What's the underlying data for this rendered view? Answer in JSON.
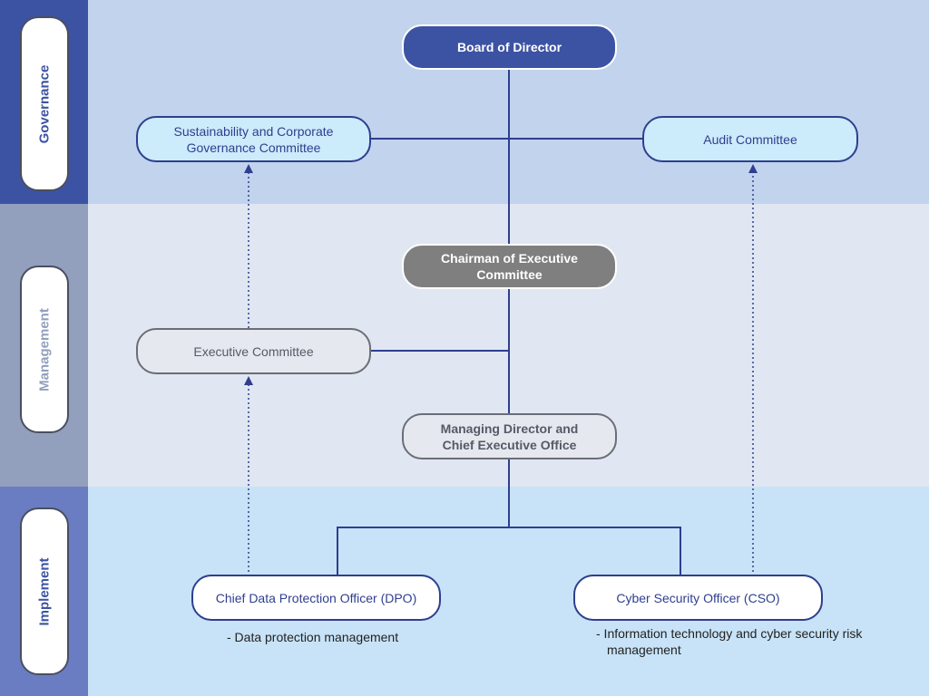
{
  "sections": {
    "governance": "Governance",
    "management": "Management",
    "implement": "Implement"
  },
  "nodes": {
    "board": "Board of Director",
    "sustainability": "Sustainability and Corporate Governance Committee",
    "audit": "Audit Committee",
    "chairman": "Chairman of Executive Committee",
    "executive": "Executive Committee",
    "managing": "Managing Director and Chief Executive Office",
    "dpo": "Chief Data Protection Officer (DPO)",
    "cso": "Cyber Security Officer (CSO)"
  },
  "notes": {
    "dpo": "- Data protection management",
    "cso": "-  Information technology and cyber security risk management"
  },
  "colors": {
    "governance": "#3c53a4",
    "management": "#929fbd",
    "implement": "#6a7cc2",
    "connector": "#2e3f8f"
  }
}
